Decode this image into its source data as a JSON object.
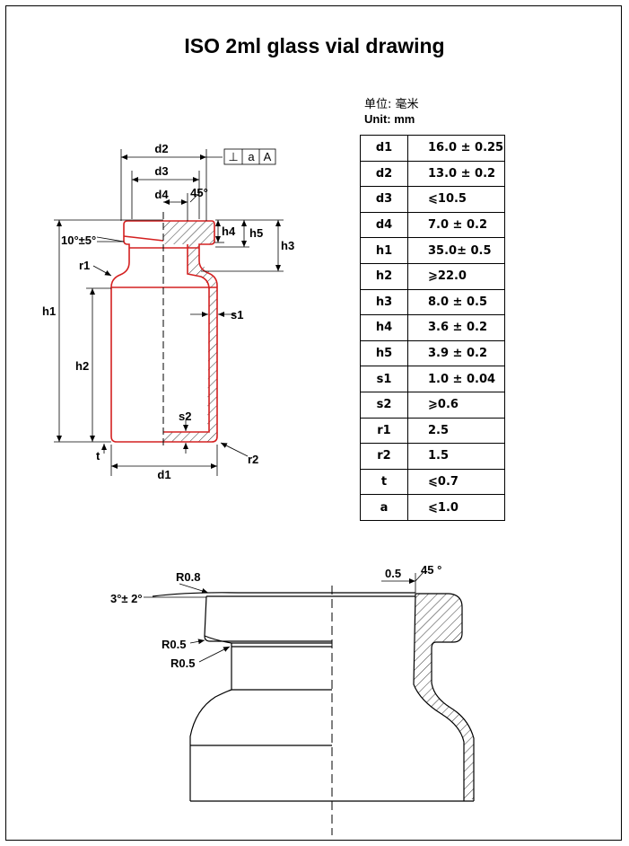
{
  "title": "ISO 2ml glass vial drawing",
  "unit": {
    "cn": "单位: 毫米",
    "en": "Unit: mm"
  },
  "spec_table": [
    {
      "key": "d1",
      "value": "16.0 ± 0.25"
    },
    {
      "key": "d2",
      "value": "13.0 ± 0.2"
    },
    {
      "key": "d3",
      "value": "⩽10.5"
    },
    {
      "key": "d4",
      "value": "7.0 ± 0.2"
    },
    {
      "key": "h1",
      "value": "35.0± 0.5"
    },
    {
      "key": "h2",
      "value": "⩾22.0"
    },
    {
      "key": "h3",
      "value": "8.0 ± 0.5"
    },
    {
      "key": "h4",
      "value": "3.6 ± 0.2"
    },
    {
      "key": "h5",
      "value": "3.9 ± 0.2"
    },
    {
      "key": "s1",
      "value": "1.0 ± 0.04"
    },
    {
      "key": "s2",
      "value": "⩾0.6"
    },
    {
      "key": "r1",
      "value": "2.5"
    },
    {
      "key": "r2",
      "value": "1.5"
    },
    {
      "key": "t",
      "value": "⩽0.7"
    },
    {
      "key": "a",
      "value": "⩽1.0"
    }
  ],
  "drawing": {
    "dim_labels": {
      "d1": "d1",
      "d2": "d2",
      "d3": "d3",
      "d4": "d4",
      "h1": "h1",
      "h2": "h2",
      "h3": "h3",
      "h4": "h4",
      "h5": "h5",
      "s1": "s1",
      "s2": "s2",
      "r1": "r1",
      "r2": "r2",
      "t": "t",
      "angle_45": "45°",
      "angle_10": "10°±5°"
    },
    "tolerance_frame": [
      "⊥",
      "a",
      "A"
    ],
    "detail_labels": {
      "r08": "R0.8",
      "r05_a": "R0.5",
      "r05_b": "R0.5",
      "angle_3": "3°± 2°",
      "dim_05": "0.5",
      "angle_45": "45 °"
    },
    "colors": {
      "vial_outline": "#d42020",
      "line": "#000000"
    }
  }
}
